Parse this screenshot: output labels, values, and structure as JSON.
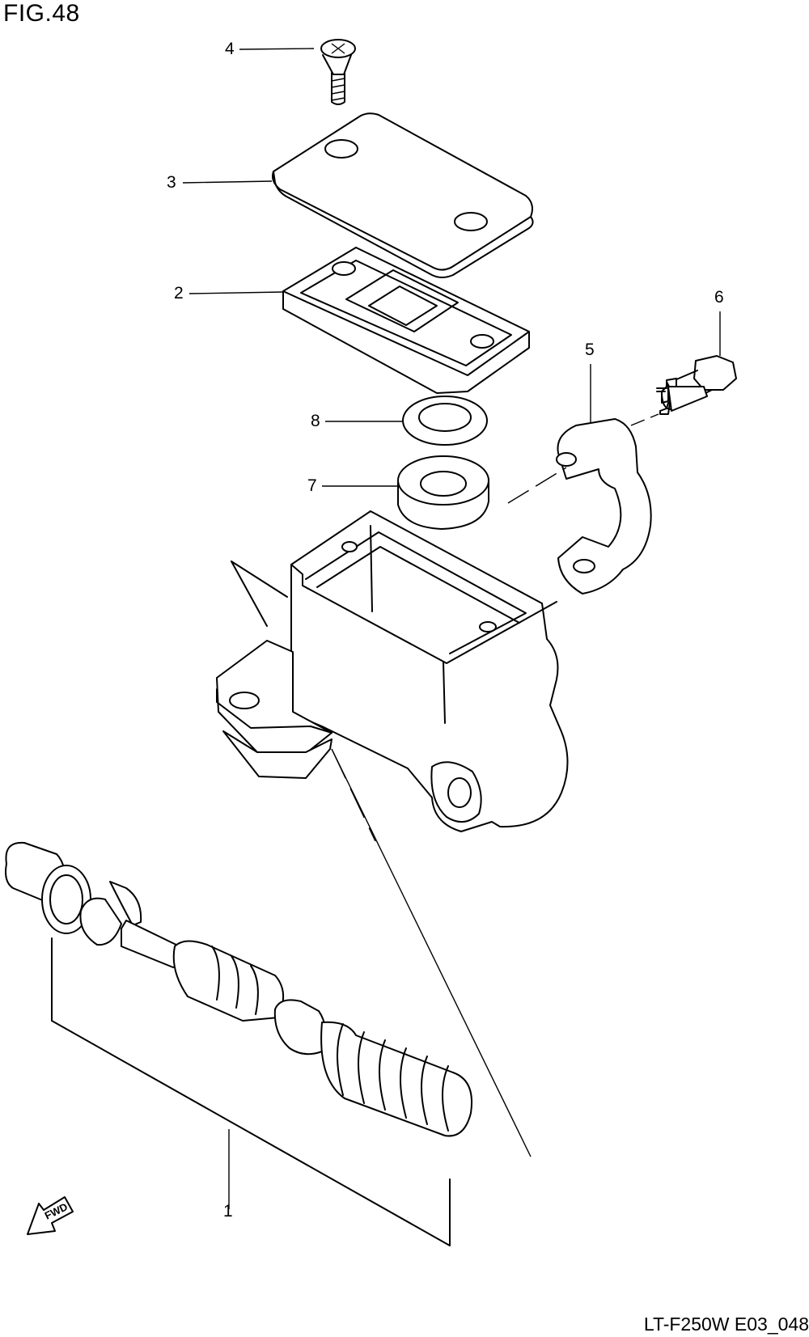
{
  "figure": {
    "title": "FIG.48",
    "code": "LT-F250W E03_048"
  },
  "callouts": [
    {
      "id": "4",
      "label": "4"
    },
    {
      "id": "3",
      "label": "3"
    },
    {
      "id": "2",
      "label": "2"
    },
    {
      "id": "6",
      "label": "6"
    },
    {
      "id": "5",
      "label": "5"
    },
    {
      "id": "8",
      "label": "8"
    },
    {
      "id": "7",
      "label": "7"
    },
    {
      "id": "1",
      "label": "1"
    }
  ],
  "direction_marker": {
    "label": "FWD",
    "icon": "fwd-arrow-icon"
  }
}
